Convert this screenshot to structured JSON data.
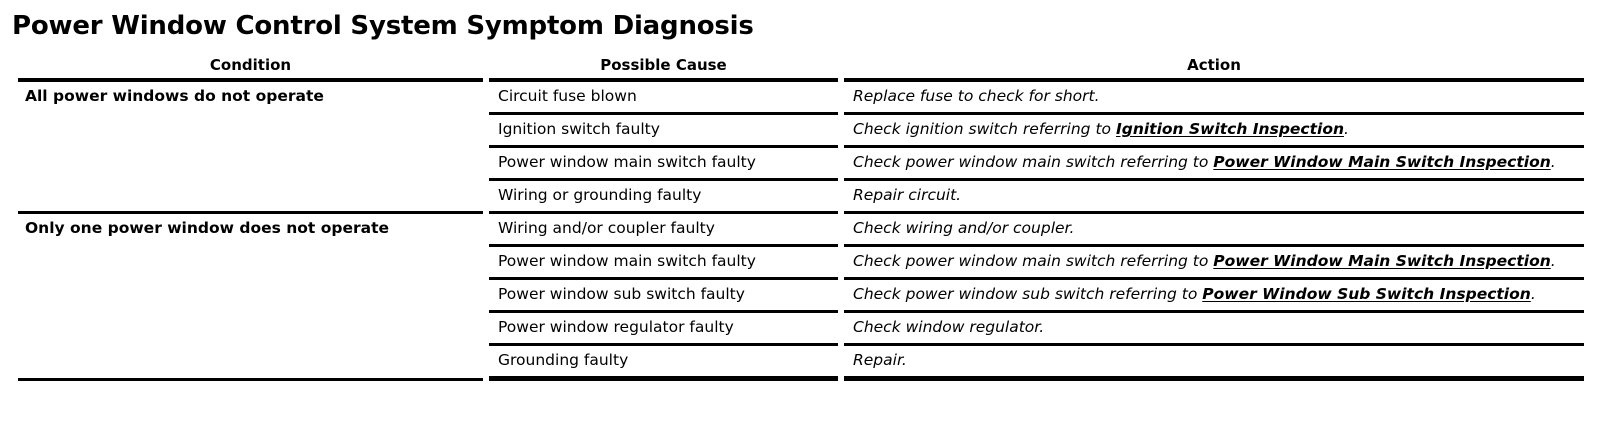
{
  "title": "Power Window Control System Symptom Diagnosis",
  "table": {
    "headers": {
      "condition": "Condition",
      "cause": "Possible Cause",
      "action": "Action"
    },
    "conditions": [
      {
        "label": "All power windows do not operate",
        "rows": [
          {
            "cause": "Circuit fuse blown",
            "action_before": "Replace fuse to check for short.",
            "action_link": "",
            "action_after": ""
          },
          {
            "cause": "Ignition switch faulty",
            "action_before": "Check ignition switch referring to ",
            "action_link": "Ignition Switch Inspection",
            "action_after": "."
          },
          {
            "cause": "Power window main switch faulty",
            "action_before": "Check power window main switch referring to ",
            "action_link": "Power Window Main Switch Inspection",
            "action_after": "."
          },
          {
            "cause": "Wiring or grounding faulty",
            "action_before": "Repair circuit.",
            "action_link": "",
            "action_after": ""
          }
        ]
      },
      {
        "label": "Only one power window does not operate",
        "rows": [
          {
            "cause": "Wiring and/or coupler faulty",
            "action_before": "Check wiring and/or coupler.",
            "action_link": "",
            "action_after": ""
          },
          {
            "cause": "Power window main switch faulty",
            "action_before": "Check power window main switch referring to ",
            "action_link": "Power Window Main Switch Inspection",
            "action_after": "."
          },
          {
            "cause": "Power window sub switch faulty",
            "action_before": "Check power window sub switch referring to ",
            "action_link": "Power Window Sub Switch Inspection",
            "action_after": "."
          },
          {
            "cause": "Power window regulator faulty",
            "action_before": "Check window regulator.",
            "action_link": "",
            "action_after": ""
          },
          {
            "cause": "Grounding faulty",
            "action_before": "Repair.",
            "action_link": "",
            "action_after": ""
          }
        ]
      }
    ]
  },
  "colors": {
    "text": "#000000",
    "background": "#ffffff",
    "rule": "#000000"
  }
}
